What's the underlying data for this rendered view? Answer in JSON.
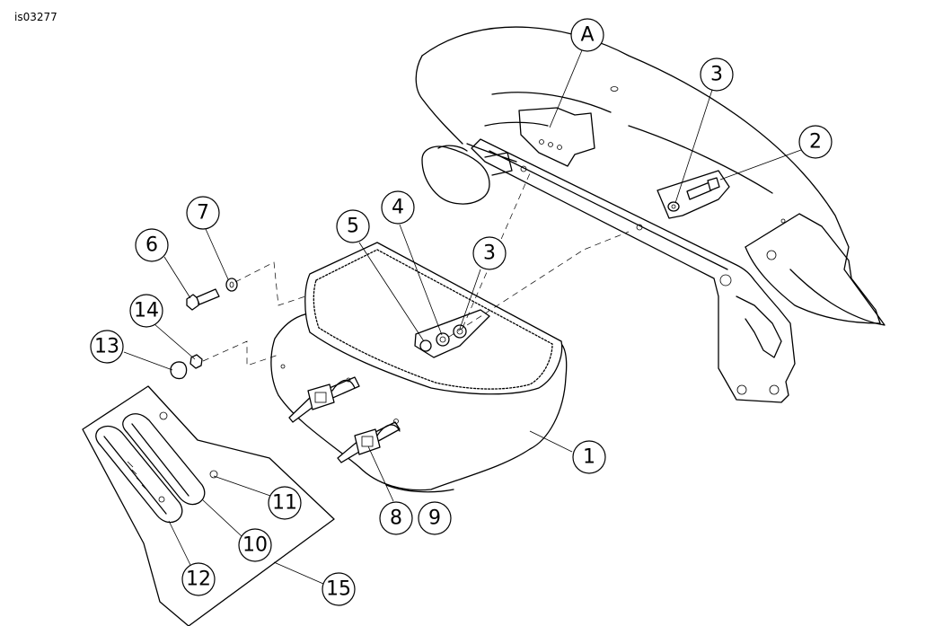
{
  "figure_id": "is03277",
  "callouts": [
    {
      "label": "A"
    },
    {
      "label": "3"
    },
    {
      "label": "2"
    },
    {
      "label": "7"
    },
    {
      "label": "6"
    },
    {
      "label": "5"
    },
    {
      "label": "4"
    },
    {
      "label": "3"
    },
    {
      "label": "14"
    },
    {
      "label": "13"
    },
    {
      "label": "1"
    },
    {
      "label": "11"
    },
    {
      "label": "8"
    },
    {
      "label": "9"
    },
    {
      "label": "10"
    },
    {
      "label": "12"
    },
    {
      "label": "15"
    }
  ]
}
